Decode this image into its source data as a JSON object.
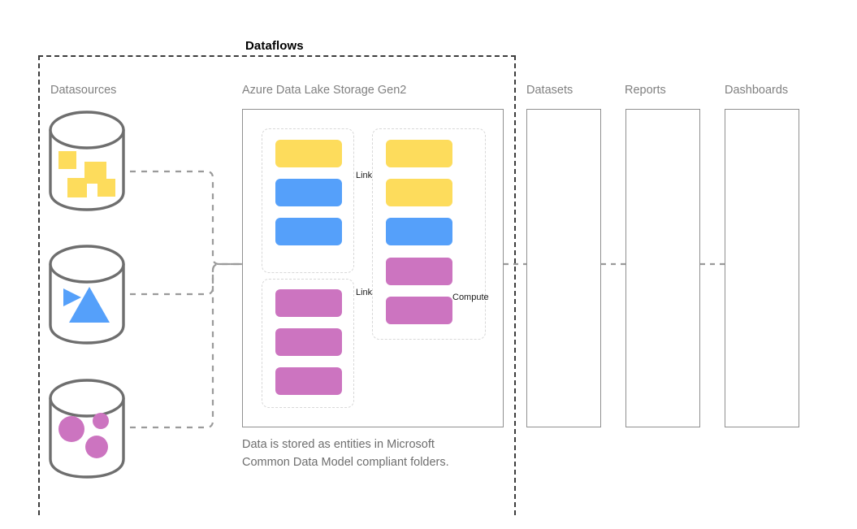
{
  "diagram": {
    "title": "Dataflows",
    "caption": "Data is stored as entities in Microsoft\nCommon Data Model compliant folders.",
    "colors": {
      "yellow": "#FDDC5C",
      "blue": "#55A0FA",
      "pink": "#CC74C0",
      "outline_gray": "#6E6E6E",
      "panel_border": "#909090",
      "folder_border": "#D8D8D8",
      "connector": "#9A9A9A",
      "label_gray": "#808080",
      "arrow_black": "#111111"
    },
    "columns": [
      {
        "id": "datasources",
        "label": "Datasources"
      },
      {
        "id": "adls",
        "label": "Azure Data Lake Storage Gen2"
      },
      {
        "id": "datasets",
        "label": "Datasets"
      },
      {
        "id": "reports",
        "label": "Reports"
      },
      {
        "id": "dashboards",
        "label": "Dashboards"
      }
    ],
    "datasources": [
      {
        "id": "datasource-1",
        "icon": "cylinder-icon",
        "contents": "yellow-squares",
        "color": "#FDDC5C"
      },
      {
        "id": "datasource-2",
        "icon": "cylinder-icon",
        "contents": "blue-triangles",
        "color": "#55A0FA"
      },
      {
        "id": "datasource-3",
        "icon": "cylinder-icon",
        "contents": "pink-circles",
        "color": "#CC74C0"
      }
    ],
    "storage": {
      "folders": [
        {
          "id": "folder-left-top",
          "entities": [
            {
              "id": "entity-l1",
              "color": "#FDDC5C"
            },
            {
              "id": "entity-l2",
              "color": "#55A0FA"
            },
            {
              "id": "entity-l3",
              "color": "#55A0FA"
            }
          ]
        },
        {
          "id": "folder-left-bottom",
          "entities": [
            {
              "id": "entity-l4",
              "color": "#CC74C0"
            },
            {
              "id": "entity-l5",
              "color": "#CC74C0"
            },
            {
              "id": "entity-l6",
              "color": "#CC74C0"
            }
          ]
        },
        {
          "id": "folder-right",
          "entities": [
            {
              "id": "entity-r1",
              "color": "#FDDC5C"
            },
            {
              "id": "entity-r2",
              "color": "#FDDC5C"
            },
            {
              "id": "entity-r3",
              "color": "#55A0FA"
            },
            {
              "id": "entity-r4",
              "color": "#CC74C0"
            },
            {
              "id": "entity-r5",
              "color": "#CC74C0"
            }
          ]
        }
      ],
      "edge_labels": {
        "link_top": "Link",
        "link_bottom": "Link",
        "compute": "Compute"
      }
    },
    "outputs": [
      {
        "id": "datasets-panel",
        "icon": "database-icon"
      },
      {
        "id": "reports-panel",
        "icon": "bar-chart-icon"
      },
      {
        "id": "dashboards-panel",
        "icon": "gauge-icon"
      }
    ]
  }
}
